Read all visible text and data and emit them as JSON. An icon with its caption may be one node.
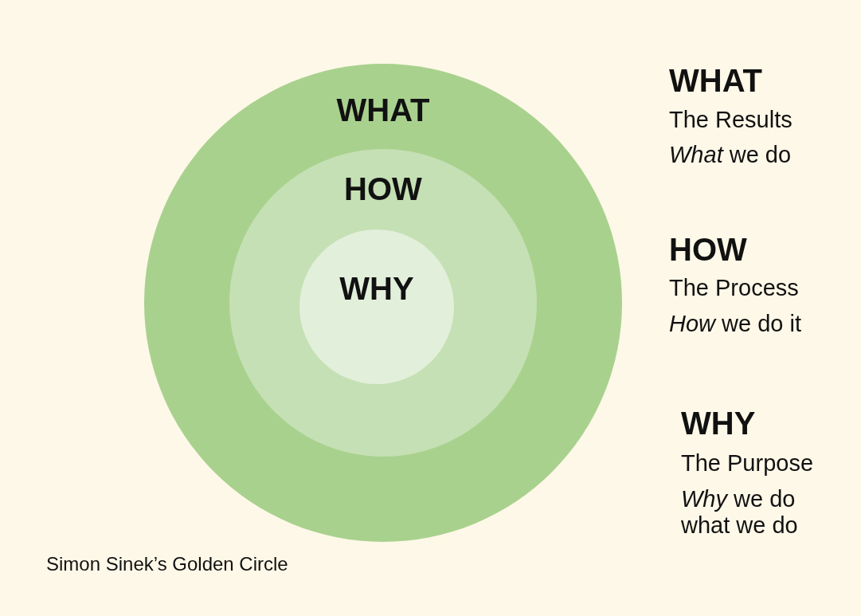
{
  "diagram": {
    "caption": "Simon Sinek’s Golden Circle",
    "nodes": [
      {
        "text": [
          "WHAT"
        ]
      },
      {
        "text": [
          "HOW"
        ],
        "in": 0
      },
      {
        "text": [
          "WHY"
        ],
        "in": 1
      }
    ],
    "labels": [
      "WHAT",
      "The Results",
      "*What* we do",
      "HOW",
      "The Process",
      "*How* we do it",
      "WHY",
      "The Purpose",
      "*Why* we do what we do"
    ]
  }
}
